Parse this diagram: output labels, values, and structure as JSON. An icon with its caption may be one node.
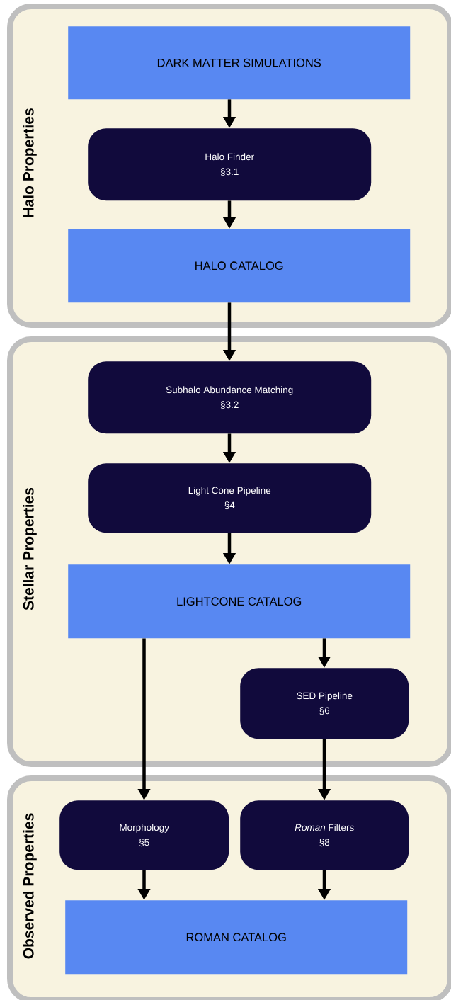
{
  "diagram": {
    "nodes": [
      {
        "text": [
          "Halo Properties"
        ]
      },
      {
        "text": [
          "DARK MATTER SIMULATIONS"
        ],
        "in": 0
      },
      {
        "text": [
          "Halo Finder",
          "§3.1"
        ],
        "in": 0
      },
      {
        "text": [
          "HALO CATALOG"
        ],
        "in": 0
      },
      {
        "text": [
          "Stellar Properties"
        ]
      },
      {
        "text": [
          "Subhalo Abundance Matching",
          "§3.2"
        ],
        "in": 4
      },
      {
        "text": [
          "Light Cone Pipeline",
          "§4"
        ],
        "in": 4
      },
      {
        "text": [
          "LIGHTCONE CATALOG"
        ],
        "in": 4
      },
      {
        "text": [
          "SED Pipeline",
          "§6"
        ],
        "in": 4
      },
      {
        "text": [
          "Observed Properties"
        ]
      },
      {
        "text": [
          "Morphology",
          "§5"
        ],
        "in": 9
      },
      {
        "text": [
          "*Roman* Filters",
          "§8"
        ],
        "in": 9
      },
      {
        "text": [
          "ROMAN CATALOG"
        ],
        "in": 9
      }
    ],
    "edges": [
      {
        "from": 1,
        "to": 2,
        "arrow": "to"
      },
      {
        "from": 2,
        "to": 3,
        "arrow": "to"
      },
      {
        "from": 3,
        "to": 5,
        "arrow": "to"
      },
      {
        "from": 5,
        "to": 6,
        "arrow": "to"
      },
      {
        "from": 6,
        "to": 7,
        "arrow": "to"
      },
      {
        "from": 7,
        "to": 10,
        "arrow": "to"
      },
      {
        "from": 7,
        "to": 8,
        "arrow": "to"
      },
      {
        "from": 8,
        "to": 11,
        "arrow": "to"
      },
      {
        "from": 10,
        "to": 12,
        "arrow": "to"
      },
      {
        "from": 11,
        "to": 12,
        "arrow": "to"
      }
    ]
  }
}
